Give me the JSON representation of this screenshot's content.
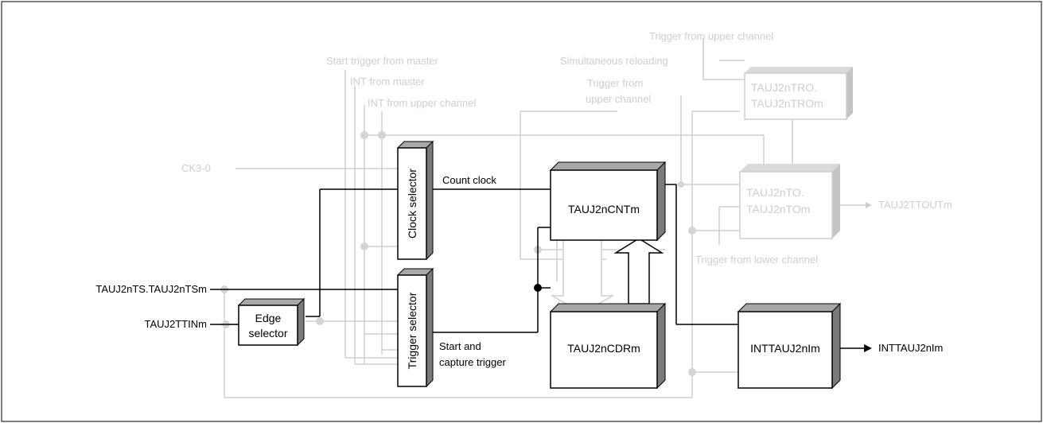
{
  "diagram": {
    "inputs": {
      "ts": "TAUJ2nTS.TAUJ2nTSm",
      "ttin": "TAUJ2TTINm",
      "ck": "CK3-0"
    },
    "upper_labels": {
      "start_trigger_master": "Start trigger from master",
      "int_master": "INT from master",
      "int_upper_channel": "INT from upper channel",
      "trigger_upper_channel_line1": "Trigger from",
      "trigger_upper_channel_line2": "upper channel",
      "trigger_upper_channel_top": "Trigger from upper channel",
      "simultaneous_reloading": "Simultaneous reloading",
      "trigger_lower_channel": "Trigger from lower channel"
    },
    "blocks": {
      "edge_selector_line1": "Edge",
      "edge_selector_line2": "selector",
      "clock_selector": "Clock selector",
      "trigger_selector": "Trigger selector",
      "counter": "TAUJ2nCNTm",
      "data_register": "TAUJ2nCDRm",
      "interrupt": "INTTAUJ2nIm",
      "tro_line1": "TAUJ2nTRO.",
      "tro_line2": "TAUJ2nTROm",
      "to_line1": "TAUJ2nTO.",
      "to_line2": "TAUJ2nTOm"
    },
    "signals": {
      "count_clock": "Count clock",
      "start_capture_line1": "Start and",
      "start_capture_line2": "capture trigger"
    },
    "outputs": {
      "interrupt": "INTTAUJ2nIm",
      "ttout": "TAUJ2TTOUTm"
    },
    "colors": {
      "active": "#000000",
      "inactive": "#cfcfcf",
      "block_top": "#999999",
      "block_side": "#7a7a7a",
      "inactive_block_side": "#c4c4c4"
    }
  }
}
